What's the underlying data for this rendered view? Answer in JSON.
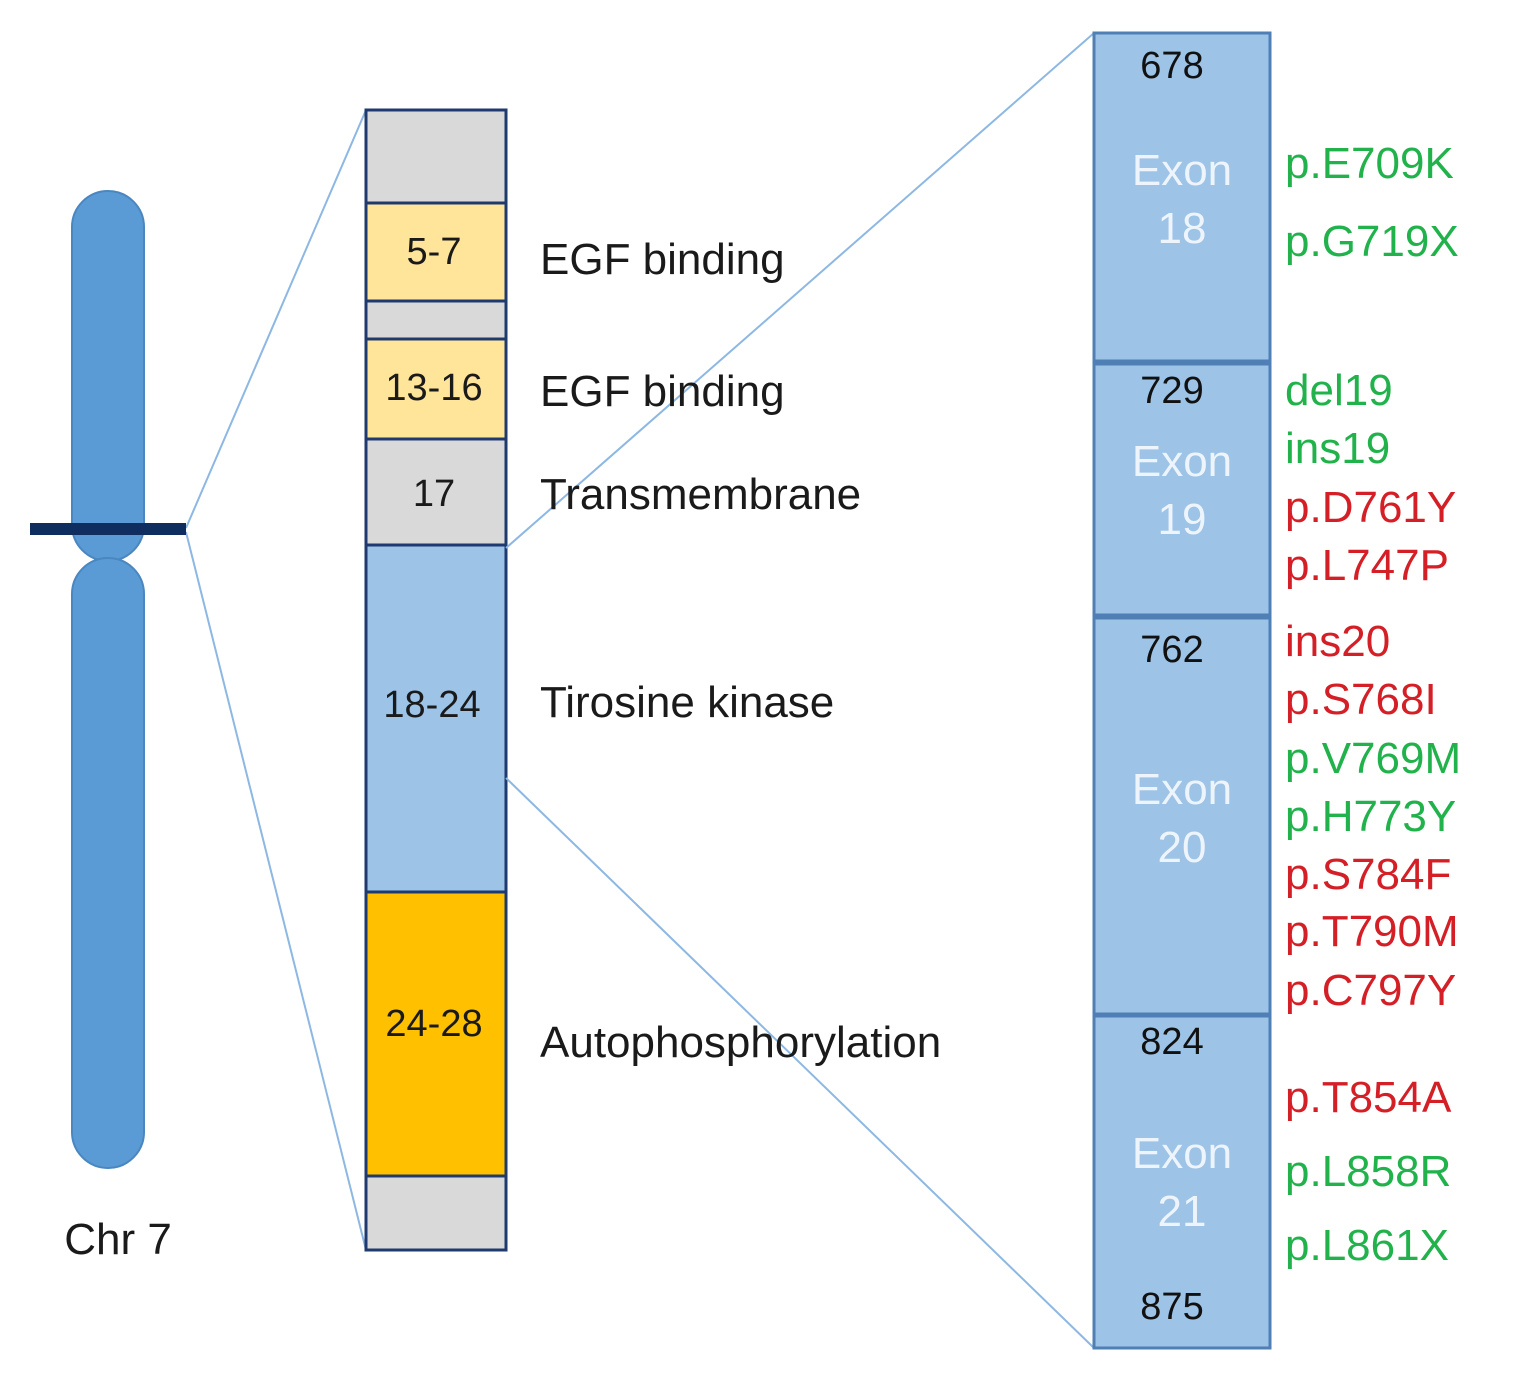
{
  "colors": {
    "chromosome": "#5b9bd5",
    "chromosome_band": "#0f2d5e",
    "protein_border": "#1f3a6e",
    "grey_segment": "#d9d9d9",
    "light_yellow_segment": "#ffe599",
    "blue_segment": "#9dc3e6",
    "orange_segment": "#ffc000",
    "zoom_lines": "#8db8e3",
    "activating": "#22b24c",
    "resistant": "#d41f26"
  },
  "chromosome": {
    "label": "Chr 7"
  },
  "domains": [
    {
      "exons": "5-7",
      "label": "EGF binding",
      "color": "light_yellow"
    },
    {
      "exons": "13-16",
      "label": "EGF binding",
      "color": "light_yellow"
    },
    {
      "exons": "17",
      "label": "Transmembrane",
      "color": "grey"
    },
    {
      "exons": "18-24",
      "label": "Tirosine kinase",
      "color": "blue"
    },
    {
      "exons": "24-28",
      "label": "Autophosphorylation",
      "color": "orange"
    }
  ],
  "exons": [
    {
      "start": "678",
      "word": "Exon",
      "number": "18"
    },
    {
      "start": "729",
      "word": "Exon",
      "number": "19"
    },
    {
      "start": "762",
      "word": "Exon",
      "number": "20"
    },
    {
      "start": "824",
      "word": "Exon",
      "number": "21",
      "end": "875"
    }
  ],
  "mutations": {
    "exon18": [
      {
        "text": "p.E709K",
        "color": "green"
      },
      {
        "text": "p.G719X",
        "color": "green"
      }
    ],
    "exon19": [
      {
        "text": "del19",
        "color": "green"
      },
      {
        "text": "ins19",
        "color": "green"
      },
      {
        "text": "p.D761Y",
        "color": "red"
      },
      {
        "text": "p.L747P",
        "color": "red"
      }
    ],
    "exon20": [
      {
        "text": "ins20",
        "color": "red"
      },
      {
        "text": "p.S768I",
        "color": "red"
      },
      {
        "text": "p.V769M",
        "color": "green"
      },
      {
        "text": "p.H773Y",
        "color": "green"
      },
      {
        "text": "p.S784F",
        "color": "red"
      },
      {
        "text": "p.T790M",
        "color": "red"
      },
      {
        "text": "p.C797Y",
        "color": "red"
      }
    ],
    "exon21": [
      {
        "text": "p.T854A",
        "color": "red"
      },
      {
        "text": "p.L858R",
        "color": "green"
      },
      {
        "text": "p.L861X",
        "color": "green"
      }
    ]
  }
}
